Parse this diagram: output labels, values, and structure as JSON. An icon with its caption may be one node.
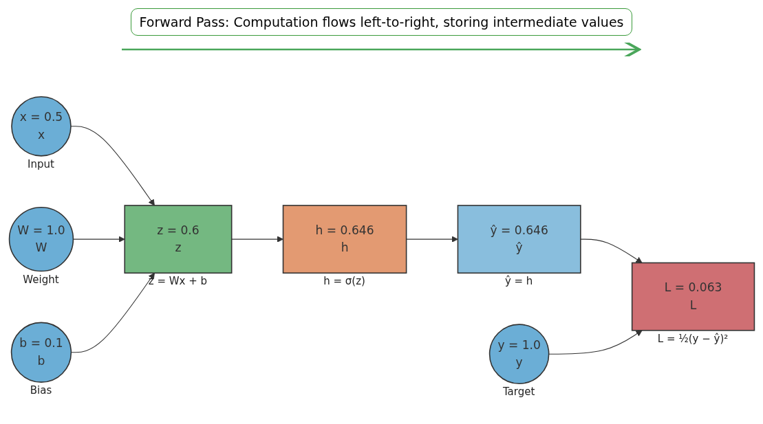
{
  "diagram": {
    "title": "Forward Pass: Computation flows left-to-right, storing intermediate values",
    "nodes": [
      {
        "text": [
          "x = 0.5",
          "x"
        ],
        "beside": [
          "Input"
        ]
      },
      {
        "text": [
          "W = 1.0",
          "W"
        ],
        "beside": [
          "Weight"
        ]
      },
      {
        "text": [
          "b = 0.1",
          "b"
        ],
        "beside": [
          "Bias"
        ]
      },
      {
        "text": [
          "z = 0.6",
          "z"
        ],
        "beside": [
          "z = Wx + b"
        ]
      },
      {
        "text": [
          "h = 0.646",
          "h"
        ],
        "beside": [
          "h = σ(z)"
        ]
      },
      {
        "text": [
          "ŷ = 0.646",
          "ŷ"
        ],
        "beside": [
          "ŷ = h"
        ]
      },
      {
        "text": [
          "y = 1.0",
          "y"
        ],
        "beside": [
          "Target"
        ]
      },
      {
        "text": [
          "L = 0.063",
          "L"
        ],
        "beside": [
          "L = ½(y − ŷ)²"
        ]
      }
    ],
    "edges": [
      {
        "from": 0,
        "to": 3,
        "arrow": "to"
      },
      {
        "from": 1,
        "to": 3,
        "arrow": "to"
      },
      {
        "from": 2,
        "to": 3,
        "arrow": "to"
      },
      {
        "from": 3,
        "to": 4,
        "arrow": "to"
      },
      {
        "from": 4,
        "to": 5,
        "arrow": "to"
      },
      {
        "from": 5,
        "to": 7,
        "arrow": "to"
      },
      {
        "from": 6,
        "to": 7,
        "arrow": "to"
      }
    ]
  }
}
